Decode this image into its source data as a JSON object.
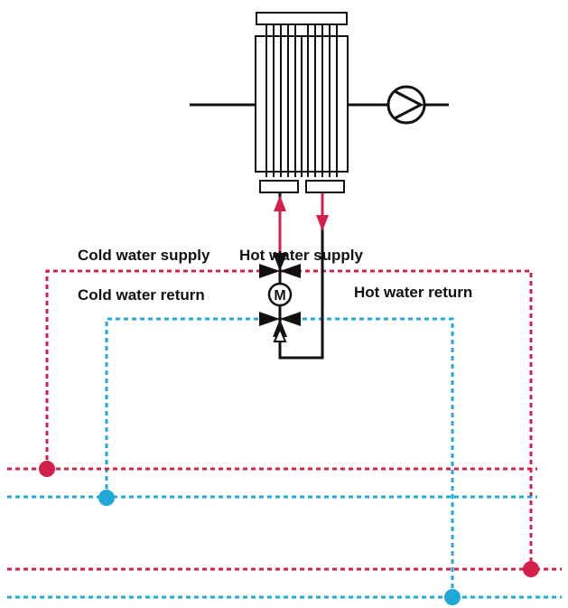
{
  "labels": {
    "cold_water_supply": "Cold water supply",
    "hot_water_supply": "Hot water supply",
    "cold_water_return": "Cold water return",
    "hot_water_return": "Hot water return"
  },
  "valve": {
    "motor_letter": "M"
  },
  "colors": {
    "hot": "#d41f4a",
    "cold": "#1ea9d9",
    "line": "#111111"
  }
}
